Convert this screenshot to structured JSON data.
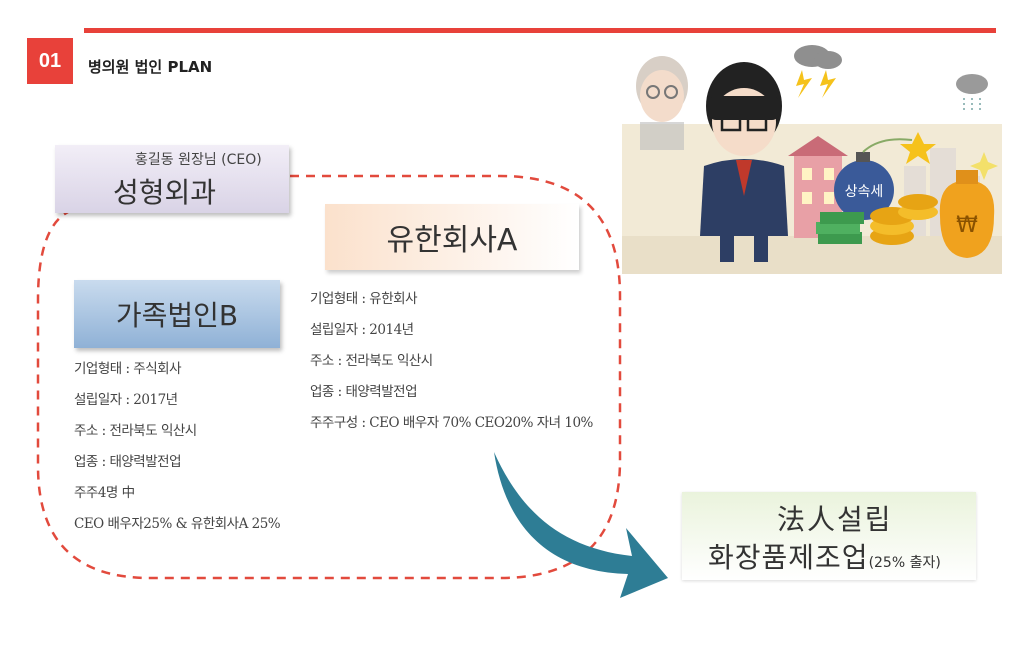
{
  "header": {
    "badge": "01",
    "title": "병의원 법인 PLAN"
  },
  "hospital": {
    "sub": "홍길동 원장님 (CEO)",
    "name": "성형외과"
  },
  "family_corp": {
    "name": "가족법인B",
    "details": [
      "기업형태 : 주식회사",
      "설립일자 : 2017년",
      "주소 : 전라북도 익산시",
      "업종 : 태양력발전업",
      "주주4명 中",
      "CEO 배우자25% & 유한회사A 25%"
    ]
  },
  "company_a": {
    "name": "유한회사A",
    "details": [
      "기업형태 : 유한회사",
      "설립일자 : 2014년",
      "주소 : 전라북도 익산시",
      "업종 : 태양력발전업",
      "주주구성 : CEO 배우자 70% CEO20% 자녀 10%"
    ]
  },
  "target": {
    "line1": "法人설립",
    "line2": "화장품제조업",
    "note": "(25% 출자)"
  },
  "illustration": {
    "bomb_label": "상속세",
    "coin_symbol": "₩"
  },
  "colors": {
    "accent": "#e8413a",
    "arrow": "#2e7d95"
  }
}
